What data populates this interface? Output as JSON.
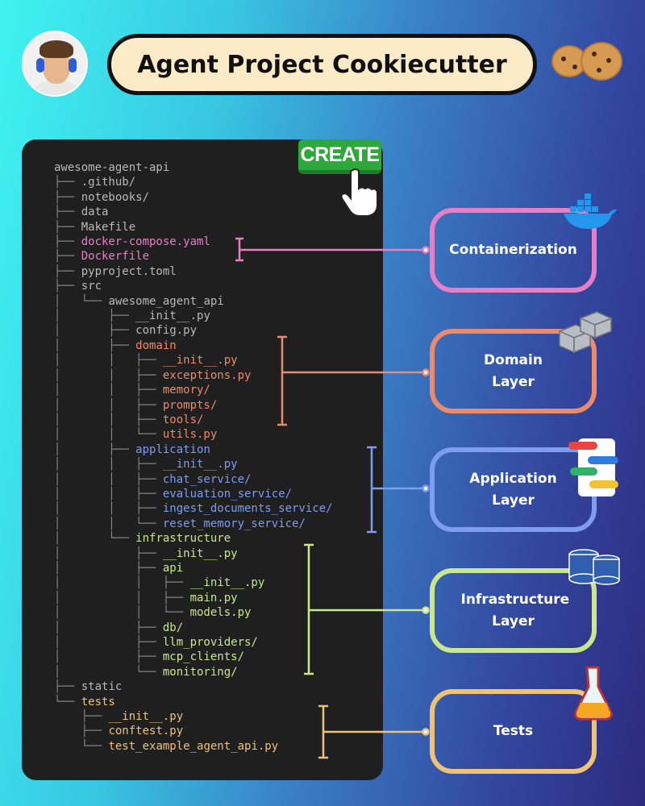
{
  "header": {
    "title": "Agent Project Cookiecutter"
  },
  "create_button": {
    "label": "CREATE"
  },
  "colors": {
    "docker": "#e77fc7",
    "domain": "#ec8a6c",
    "app": "#7e9cf0",
    "infra": "#c9e88d",
    "tests": "#efc27a"
  },
  "tree": [
    {
      "name": "awesome-agent-api",
      "depth": 0,
      "last": true
    },
    {
      "name": ".github/",
      "depth": 1
    },
    {
      "name": "notebooks/",
      "depth": 1
    },
    {
      "name": "data",
      "depth": 1
    },
    {
      "name": "Makefile",
      "depth": 1
    },
    {
      "name": "docker-compose.yaml",
      "depth": 1,
      "group": "docker"
    },
    {
      "name": "Dockerfile",
      "depth": 1,
      "group": "docker"
    },
    {
      "name": "pyproject.toml",
      "depth": 1
    },
    {
      "name": "src",
      "depth": 1
    },
    {
      "name": "awesome_agent_api",
      "depth": 2,
      "last": true
    },
    {
      "name": "__init__.py",
      "depth": 3
    },
    {
      "name": "config.py",
      "depth": 3
    },
    {
      "name": "domain",
      "depth": 3,
      "group": "domain"
    },
    {
      "name": "__init__.py",
      "depth": 4,
      "group": "domain"
    },
    {
      "name": "exceptions.py",
      "depth": 4,
      "group": "domain"
    },
    {
      "name": "memory/",
      "depth": 4,
      "group": "domain"
    },
    {
      "name": "prompts/",
      "depth": 4,
      "group": "domain"
    },
    {
      "name": "tools/",
      "depth": 4,
      "group": "domain"
    },
    {
      "name": "utils.py",
      "depth": 4,
      "group": "domain",
      "last": true
    },
    {
      "name": "application",
      "depth": 3,
      "group": "app"
    },
    {
      "name": "__init__.py",
      "depth": 4,
      "group": "app"
    },
    {
      "name": "chat_service/",
      "depth": 4,
      "group": "app"
    },
    {
      "name": "evaluation_service/",
      "depth": 4,
      "group": "app"
    },
    {
      "name": "ingest_documents_service/",
      "depth": 4,
      "group": "app"
    },
    {
      "name": "reset_memory_service/",
      "depth": 4,
      "group": "app",
      "last": true
    },
    {
      "name": "infrastructure",
      "depth": 3,
      "group": "infra",
      "last": true
    },
    {
      "name": "__init__.py",
      "depth": 4,
      "group": "infra"
    },
    {
      "name": "api",
      "depth": 4,
      "group": "infra"
    },
    {
      "name": "__init__.py",
      "depth": 5,
      "group": "infra"
    },
    {
      "name": "main.py",
      "depth": 5,
      "group": "infra"
    },
    {
      "name": "models.py",
      "depth": 5,
      "group": "infra",
      "last": true
    },
    {
      "name": "db/",
      "depth": 4,
      "group": "infra"
    },
    {
      "name": "llm_providers/",
      "depth": 4,
      "group": "infra"
    },
    {
      "name": "mcp_clients/",
      "depth": 4,
      "group": "infra"
    },
    {
      "name": "monitoring/",
      "depth": 4,
      "group": "infra",
      "last": true
    },
    {
      "name": "static",
      "depth": 1
    },
    {
      "name": "tests",
      "depth": 1,
      "group": "tests",
      "last": true
    },
    {
      "name": "__init__.py",
      "depth": 2,
      "group": "tests"
    },
    {
      "name": "conftest.py",
      "depth": 2,
      "group": "tests"
    },
    {
      "name": "test_example_agent_api.py",
      "depth": 2,
      "group": "tests",
      "last": true
    }
  ],
  "layers": [
    {
      "label": "Containerization",
      "group": "docker",
      "icon": "docker-whale-icon"
    },
    {
      "label": "Domain Layer",
      "group": "domain",
      "icon": "building-blocks-icon"
    },
    {
      "label": "Application Layer",
      "group": "app",
      "icon": "chat-app-icon"
    },
    {
      "label": "Infrastructure Layer",
      "group": "infra",
      "icon": "database-icon"
    },
    {
      "label": "Tests",
      "group": "tests",
      "icon": "flask-icon"
    }
  ]
}
